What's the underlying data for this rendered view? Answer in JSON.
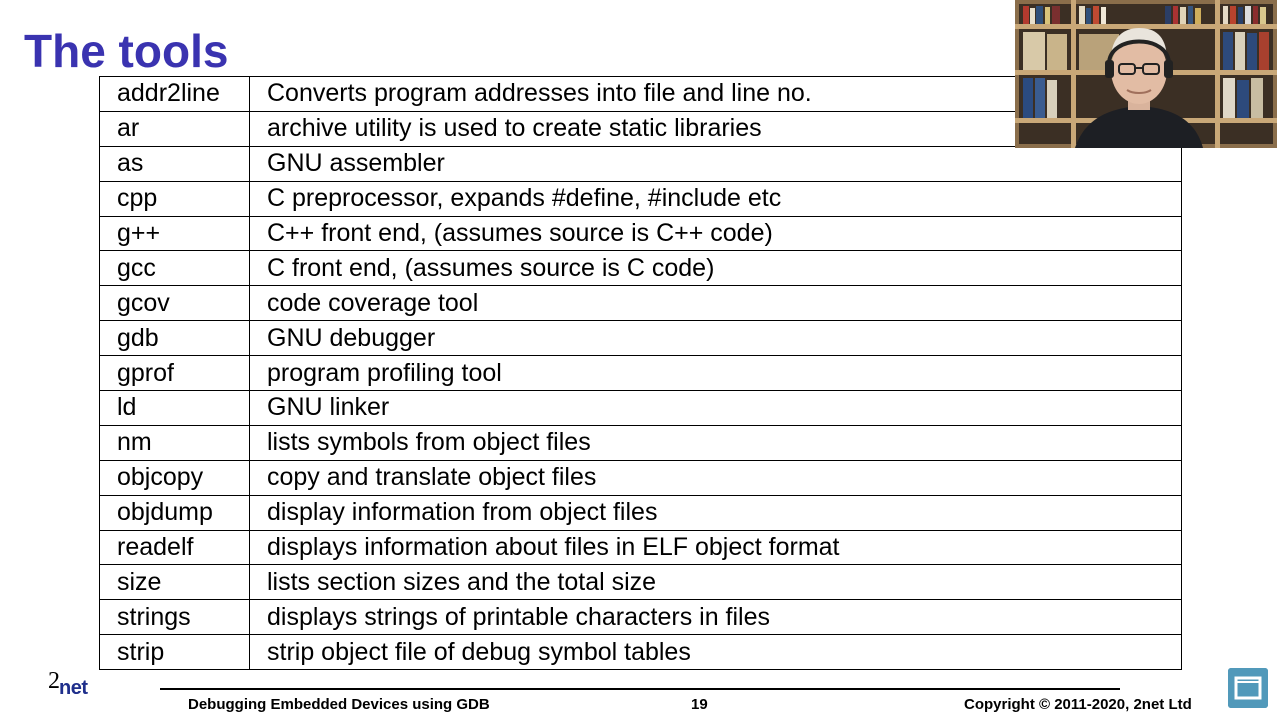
{
  "slide": {
    "title": "The tools"
  },
  "tools": [
    {
      "name": "addr2line",
      "description": "Converts program addresses into file and line no."
    },
    {
      "name": "ar",
      "description": "archive utility is used to create static libraries"
    },
    {
      "name": "as",
      "description": "GNU assembler"
    },
    {
      "name": "cpp",
      "description": "C preprocessor, expands #define, #include etc"
    },
    {
      "name": "g++",
      "description": "C++ front end, (assumes source is C++ code)"
    },
    {
      "name": "gcc",
      "description": "C front end, (assumes source is C code)"
    },
    {
      "name": "gcov",
      "description": "code coverage tool"
    },
    {
      "name": "gdb",
      "description": "GNU debugger"
    },
    {
      "name": "gprof",
      "description": "program profiling tool"
    },
    {
      "name": "ld",
      "description": "GNU linker"
    },
    {
      "name": "nm",
      "description": "lists symbols from object files"
    },
    {
      "name": "objcopy",
      "description": "copy and translate object files"
    },
    {
      "name": "objdump",
      "description": "display information from object files"
    },
    {
      "name": "readelf",
      "description": "displays information about files in ELF object format"
    },
    {
      "name": "size",
      "description": "lists section sizes and the total size"
    },
    {
      "name": "strings",
      "description": "displays strings of printable characters in files"
    },
    {
      "name": "strip",
      "description": "strip object file of debug symbol tables"
    }
  ],
  "footer": {
    "course_title": "Debugging Embedded Devices using GDB",
    "page_number": "19",
    "copyright": "Copyright © 2011-2020, 2net Ltd"
  },
  "logo": {
    "digit": "2",
    "word": "net"
  },
  "colors": {
    "title": "#3a33b0",
    "logo_text": "#1f2f8c",
    "expand_button": "#3f8fb3"
  },
  "icons": {
    "expand": "expand-icon"
  }
}
